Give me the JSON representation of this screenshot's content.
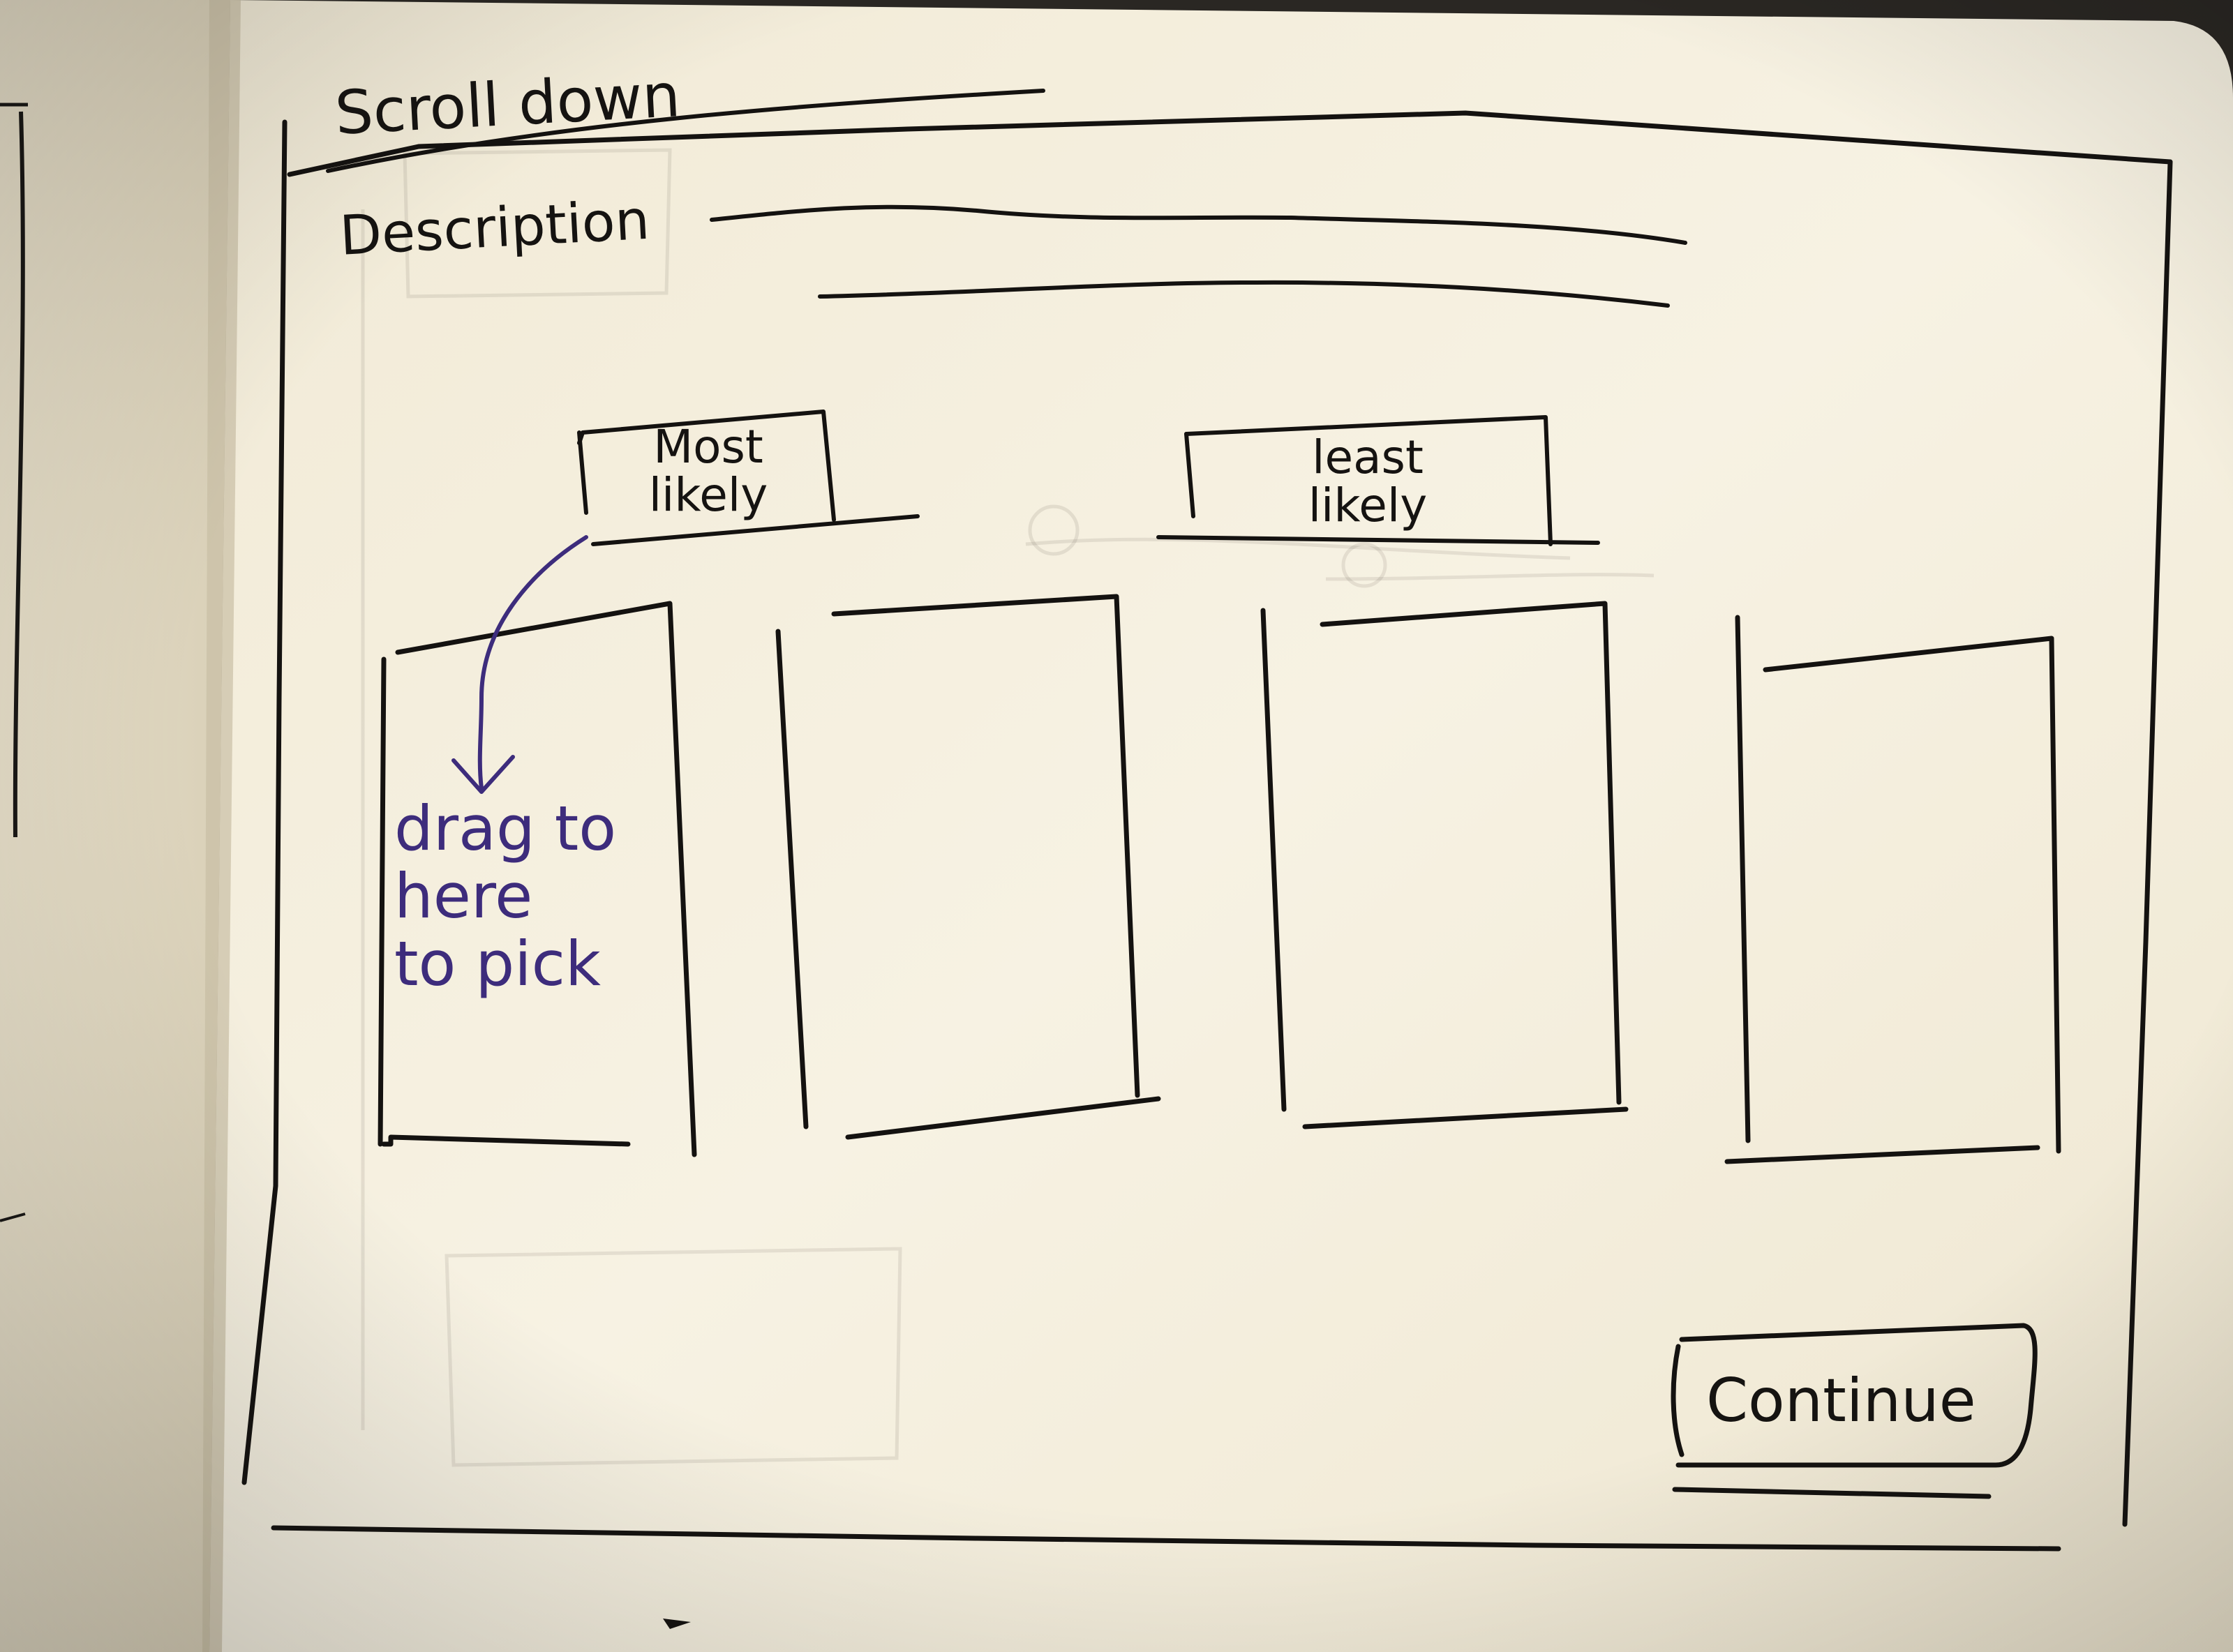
{
  "sketch": {
    "header_note": "Scroll down",
    "description_label": "Description",
    "most_likely_label": "Most likely",
    "least_likely_label": "least likely",
    "drag_hint": [
      "drag to",
      "here",
      "to pick"
    ],
    "continue_label": "Continue",
    "card_count": 4
  },
  "colors": {
    "paper": "#f5f0df",
    "ink": "#151311",
    "purple_ink": "#3d2c7c"
  }
}
